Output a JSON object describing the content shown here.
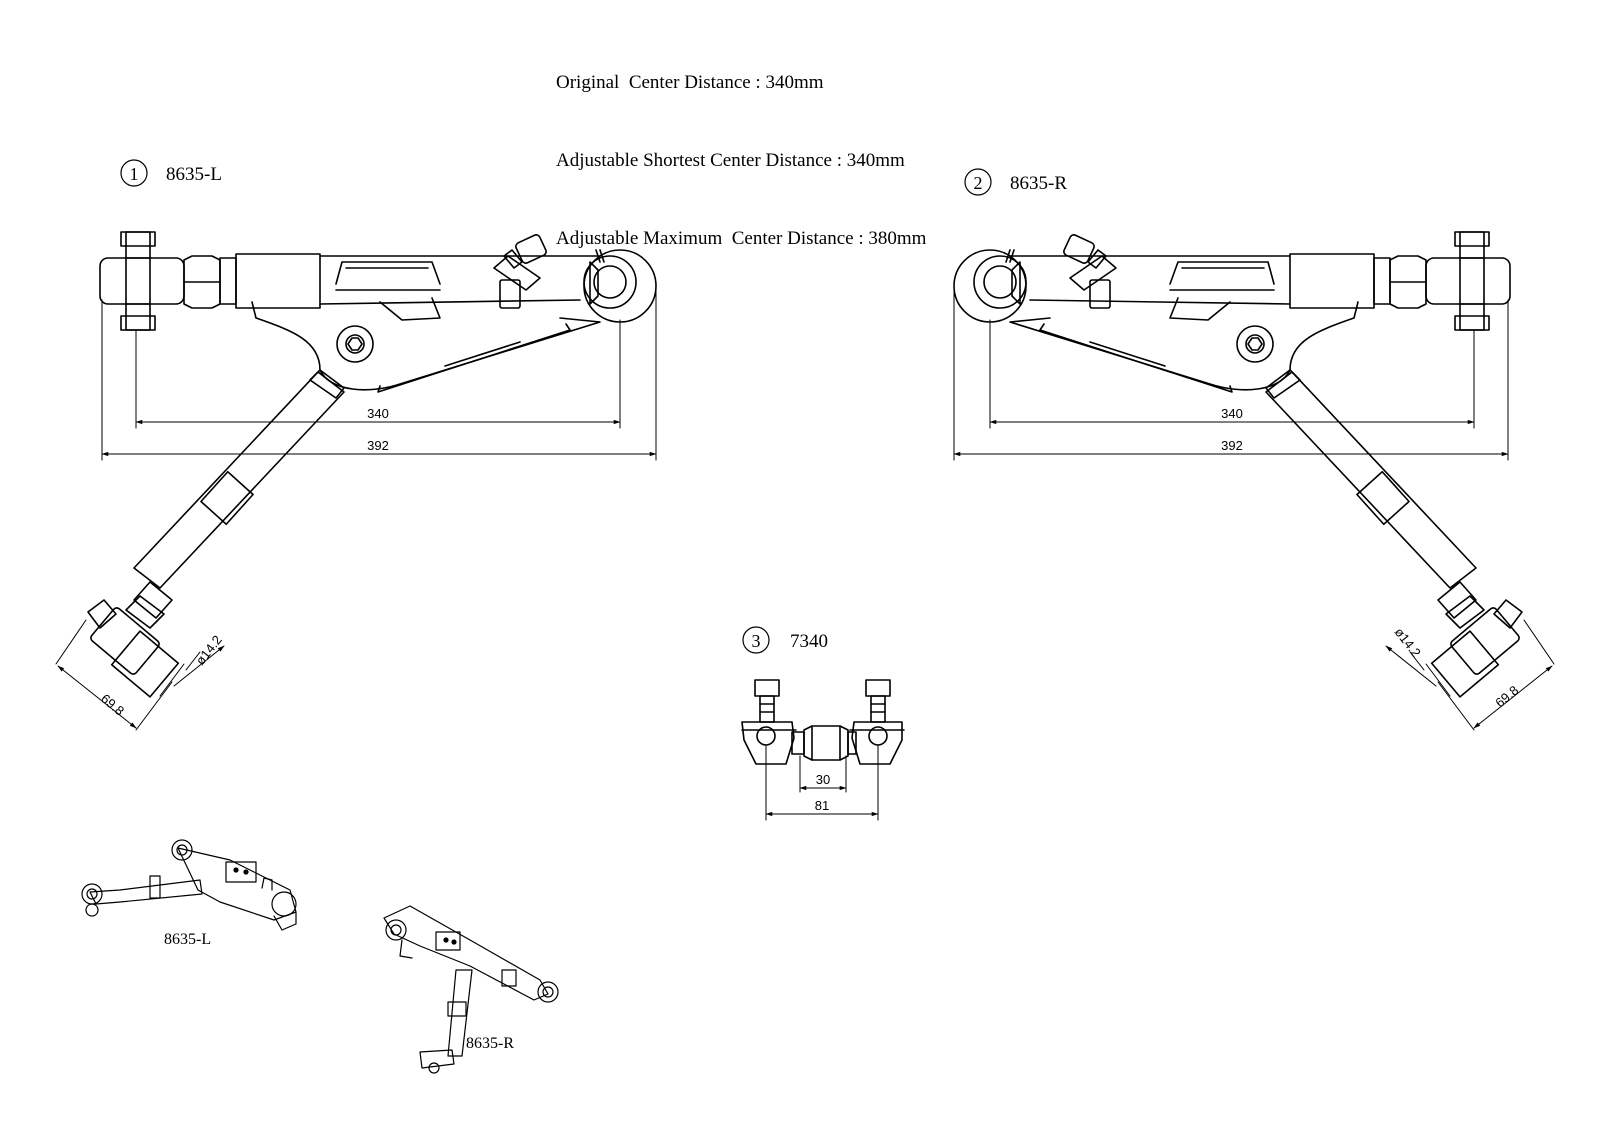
{
  "specs": [
    "Original  Center Distance : 340mm",
    "Adjustable Shortest Center Distance : 340mm",
    "Adjustable Maximum  Center Distance : 380mm"
  ],
  "parts": [
    {
      "number": "1",
      "code": "8635-L"
    },
    {
      "number": "2",
      "code": "8635-R"
    },
    {
      "number": "3",
      "code": "7340"
    }
  ],
  "dimensions": {
    "left_center": "340",
    "left_overall": "392",
    "left_diameter": "ø14.2",
    "left_width": "69.8",
    "right_center": "340",
    "right_overall": "392",
    "right_diameter": "ø14.2",
    "right_width": "69.8",
    "link_inner": "30",
    "link_overall": "81"
  },
  "thumbnails": {
    "left_label": "8635-L",
    "right_label": "8635-R"
  }
}
